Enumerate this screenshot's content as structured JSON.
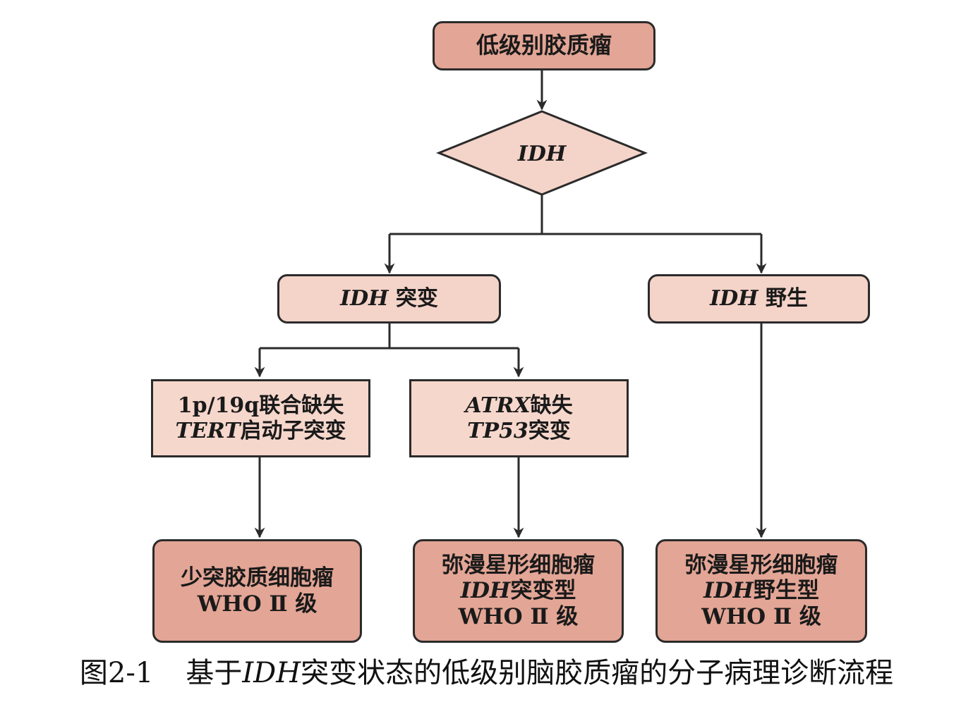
{
  "diagram": {
    "root": "低级别胶质瘤",
    "decision": "IDH",
    "branch_mutant": {
      "gene": "IDH",
      "text": " 突变"
    },
    "branch_wildtype": {
      "gene": "IDH",
      "text": " 野生"
    },
    "marker_left": {
      "line1": "1p/19q联合缺失",
      "line2_gene": "TERT",
      "line2_text": "启动子突变"
    },
    "marker_right": {
      "line1_gene": "ATRX",
      "line1_text": "缺失",
      "line2_gene": "TP53",
      "line2_text": "突变"
    },
    "outcome_left": {
      "line1": "少突胶质细胞瘤",
      "line2": "WHO Ⅱ 级"
    },
    "outcome_mid": {
      "line1": "弥漫星形细胞瘤",
      "line2_gene": "IDH",
      "line2_text": "突变型",
      "line3": "WHO Ⅱ 级"
    },
    "outcome_right": {
      "line1": "弥漫星形细胞瘤",
      "line2_gene": "IDH",
      "line2_text": "野生型",
      "line3": "WHO Ⅱ 级"
    }
  },
  "caption": {
    "label": "图2-1",
    "pre": "基于",
    "gene": "IDH",
    "post": "突变状态的低级别脑胶质瘤的分子病理诊断流程"
  },
  "colors": {
    "dark_fill": "#e3a595",
    "light_fill": "#f6d7cc",
    "stroke": "#2b2b2b"
  }
}
